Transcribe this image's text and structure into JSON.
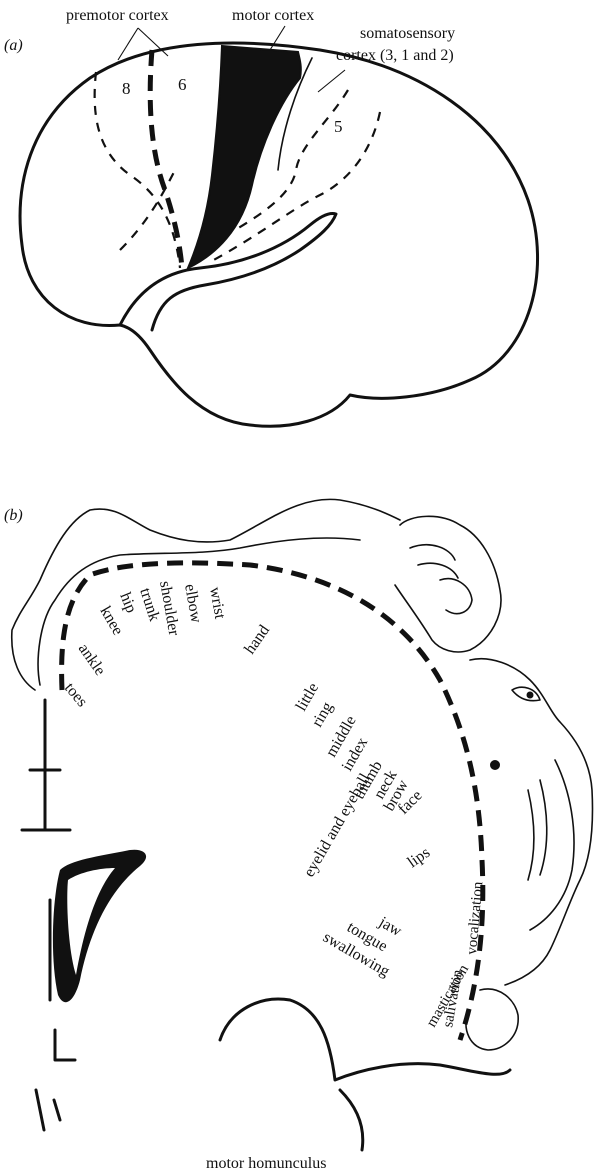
{
  "panel_a": {
    "tag": "(a)",
    "labels": {
      "premotor": "premotor cortex",
      "motor": "motor cortex",
      "somato_line1": "somatosensory",
      "somato_line2": "cortex (3, 1 and 2)",
      "area_8": "8",
      "area_6": "6",
      "area_5": "5"
    }
  },
  "panel_b": {
    "tag": "(b)",
    "caption": "motor homunculus",
    "body_parts": [
      "toes",
      "ankle",
      "knee",
      "hip",
      "trunk",
      "shoulder",
      "elbow",
      "wrist",
      "hand",
      "little",
      "ring",
      "middle",
      "index",
      "thumb",
      "neck",
      "brow",
      "eyelid and eyeball",
      "face",
      "lips",
      "jaw",
      "tongue",
      "swallowing"
    ],
    "arc_labels": [
      "vocalization",
      "salivation",
      "mastication"
    ]
  }
}
